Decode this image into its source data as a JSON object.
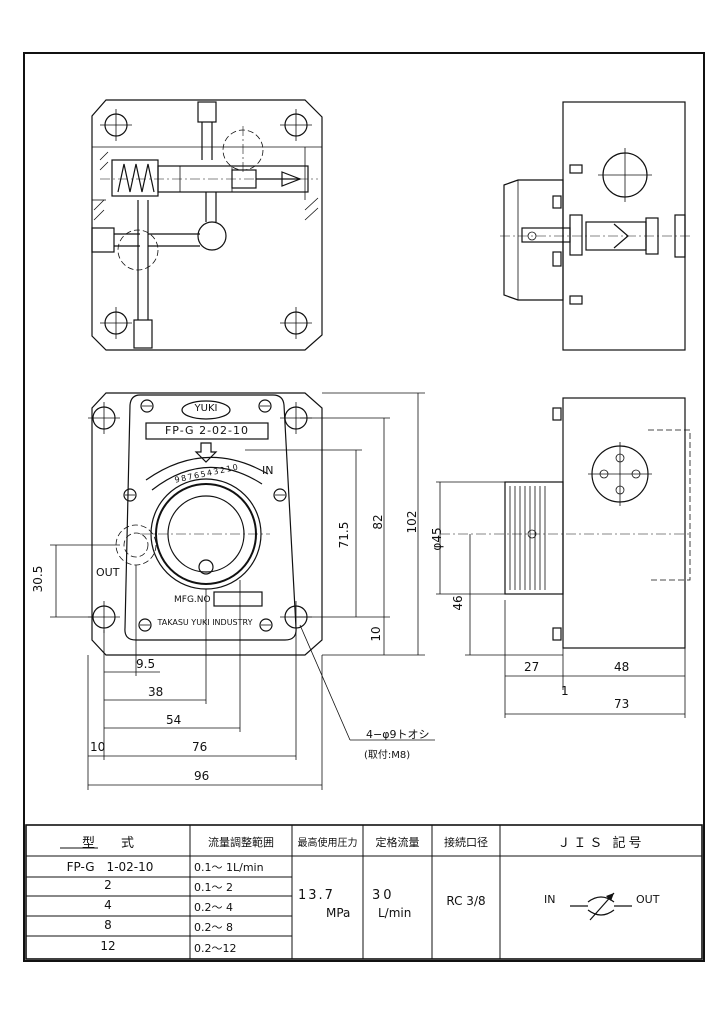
{
  "front_view": {
    "brand_label": "YUKI",
    "model_label": "FP-G 2-02-10",
    "scale_digits": "9876543210",
    "port_in": "IN",
    "port_out": "OUT",
    "mfg_label": "MFG.NO",
    "maker_label": "TAKASU YUKI INDUSTRY"
  },
  "dimensions": {
    "d_102": "102",
    "d_82": "82",
    "d_71_5": "71.5",
    "d_10_v": "10",
    "d_30_5": "30.5",
    "d_9_5": "9.5",
    "d_38": "38",
    "d_54": "54",
    "d_10_h": "10",
    "d_76": "76",
    "d_96": "96",
    "d_phi45": "φ45",
    "d_46": "46",
    "d_27": "27",
    "d_48": "48",
    "d_1": "1",
    "d_73": "73",
    "hole_note": "4−φ9トオシ",
    "hole_note_sub": "(取付:M8)"
  },
  "spec_table": {
    "headers": {
      "model": "型　　式",
      "flow_range": "流量調整範囲",
      "max_pressure": "最高使用圧力",
      "rated_flow": "定格流量",
      "port_size": "接続口径",
      "jis_symbol": "ＪＩＳ 記号"
    },
    "rows": [
      {
        "model": "FP-G　1-02-10",
        "range": "0.1～ 1L/min"
      },
      {
        "model": "2",
        "range": "0.1～ 2"
      },
      {
        "model": "4",
        "range": "0.2～ 4"
      },
      {
        "model": "8",
        "range": "0.2～ 8"
      },
      {
        "model": "12",
        "range": "0.2～12"
      }
    ],
    "pressure_value": "13.7",
    "pressure_unit": "MPa",
    "flow_value": "30",
    "flow_unit": "L/min",
    "port_value": "RC 3/8",
    "symbol_in": "IN",
    "symbol_out": "OUT"
  }
}
